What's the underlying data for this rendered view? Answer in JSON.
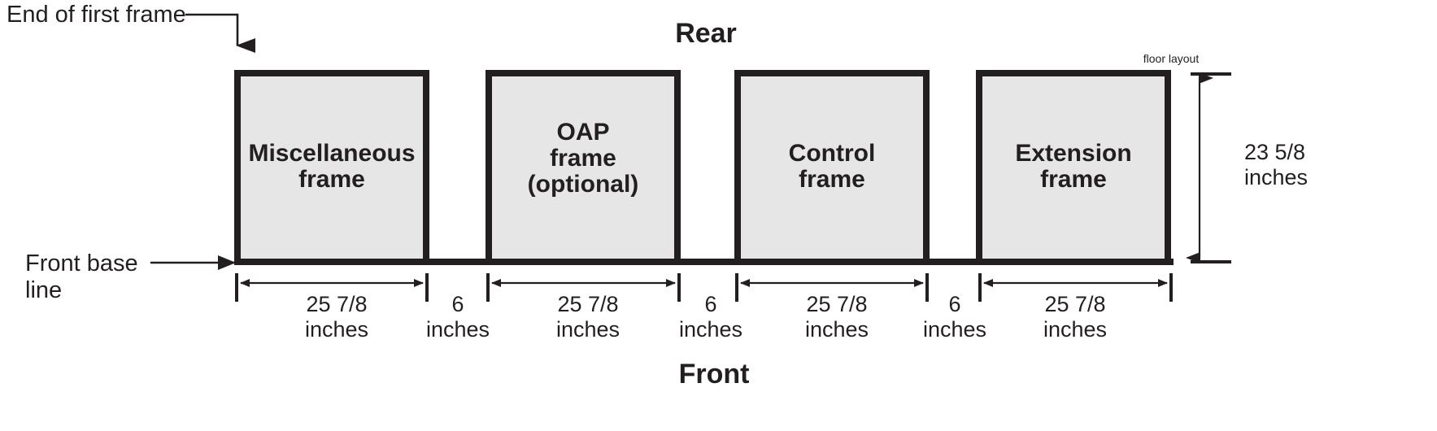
{
  "diagram": {
    "title_top": "Rear",
    "title_bottom": "Front",
    "caption": "floor layout",
    "callout_top": "End of first frame",
    "callout_left_line1": "Front base",
    "callout_left_line2": "line",
    "vertical_dimension": {
      "value": "23 5/8",
      "unit": "inches"
    },
    "colors": {
      "ink": "#231f20",
      "frame_fill": "#e6e6e6",
      "background": "#ffffff"
    },
    "frames": [
      {
        "id": "misc",
        "lines": [
          "Miscellaneous",
          "frame"
        ]
      },
      {
        "id": "oap",
        "lines": [
          "OAP",
          "frame",
          "(optional)"
        ]
      },
      {
        "id": "control",
        "lines": [
          "Control",
          "frame"
        ]
      },
      {
        "id": "extension",
        "lines": [
          "Extension",
          "frame"
        ]
      }
    ],
    "horizontal_dimensions": [
      {
        "id": "frame-width-1",
        "value": "25 7/8",
        "unit": "inches"
      },
      {
        "id": "gap-1",
        "value": "6",
        "unit": "inches"
      },
      {
        "id": "frame-width-2",
        "value": "25 7/8",
        "unit": "inches"
      },
      {
        "id": "gap-2",
        "value": "6",
        "unit": "inches"
      },
      {
        "id": "frame-width-3",
        "value": "25 7/8",
        "unit": "inches"
      },
      {
        "id": "gap-3",
        "value": "6",
        "unit": "inches"
      },
      {
        "id": "frame-width-4",
        "value": "25 7/8",
        "unit": "inches"
      }
    ]
  }
}
